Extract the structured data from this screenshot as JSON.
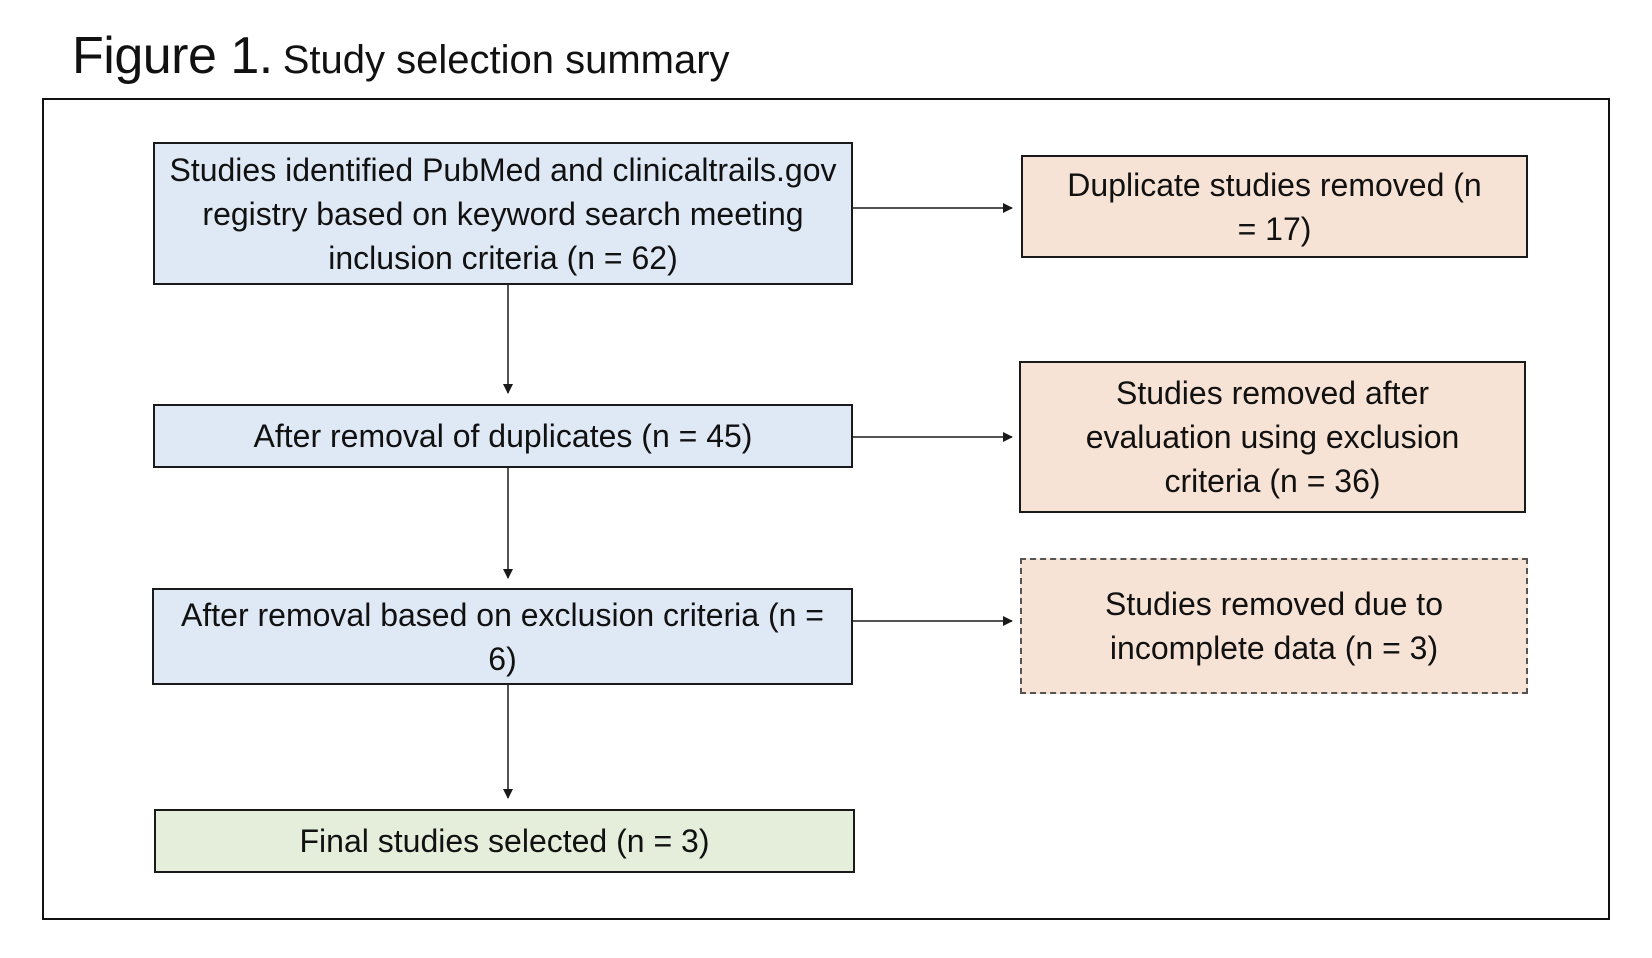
{
  "figure": {
    "label": "Figure 1.",
    "title": "Study selection summary"
  },
  "main_flow": [
    {
      "text": "Studies identified PubMed and clinicaltrails.gov registry based on keyword search meeting inclusion criteria (n = 62)"
    },
    {
      "text": "After removal of duplicates (n = 45)"
    },
    {
      "text": "After removal based on exclusion criteria (n = 6)"
    },
    {
      "text": "Final studies selected (n = 3)"
    }
  ],
  "exclusions": [
    {
      "text": "Duplicate studies removed (n = 17)"
    },
    {
      "text": "Studies removed after evaluation using exclusion criteria (n = 36)"
    },
    {
      "text": "Studies removed due to incomplete data (n = 3)"
    }
  ],
  "colors": {
    "main_box": "#dfe9f5",
    "exclusion_box": "#f7e3d5",
    "final_box": "#e5eedb",
    "line": "#1a1a1a"
  }
}
